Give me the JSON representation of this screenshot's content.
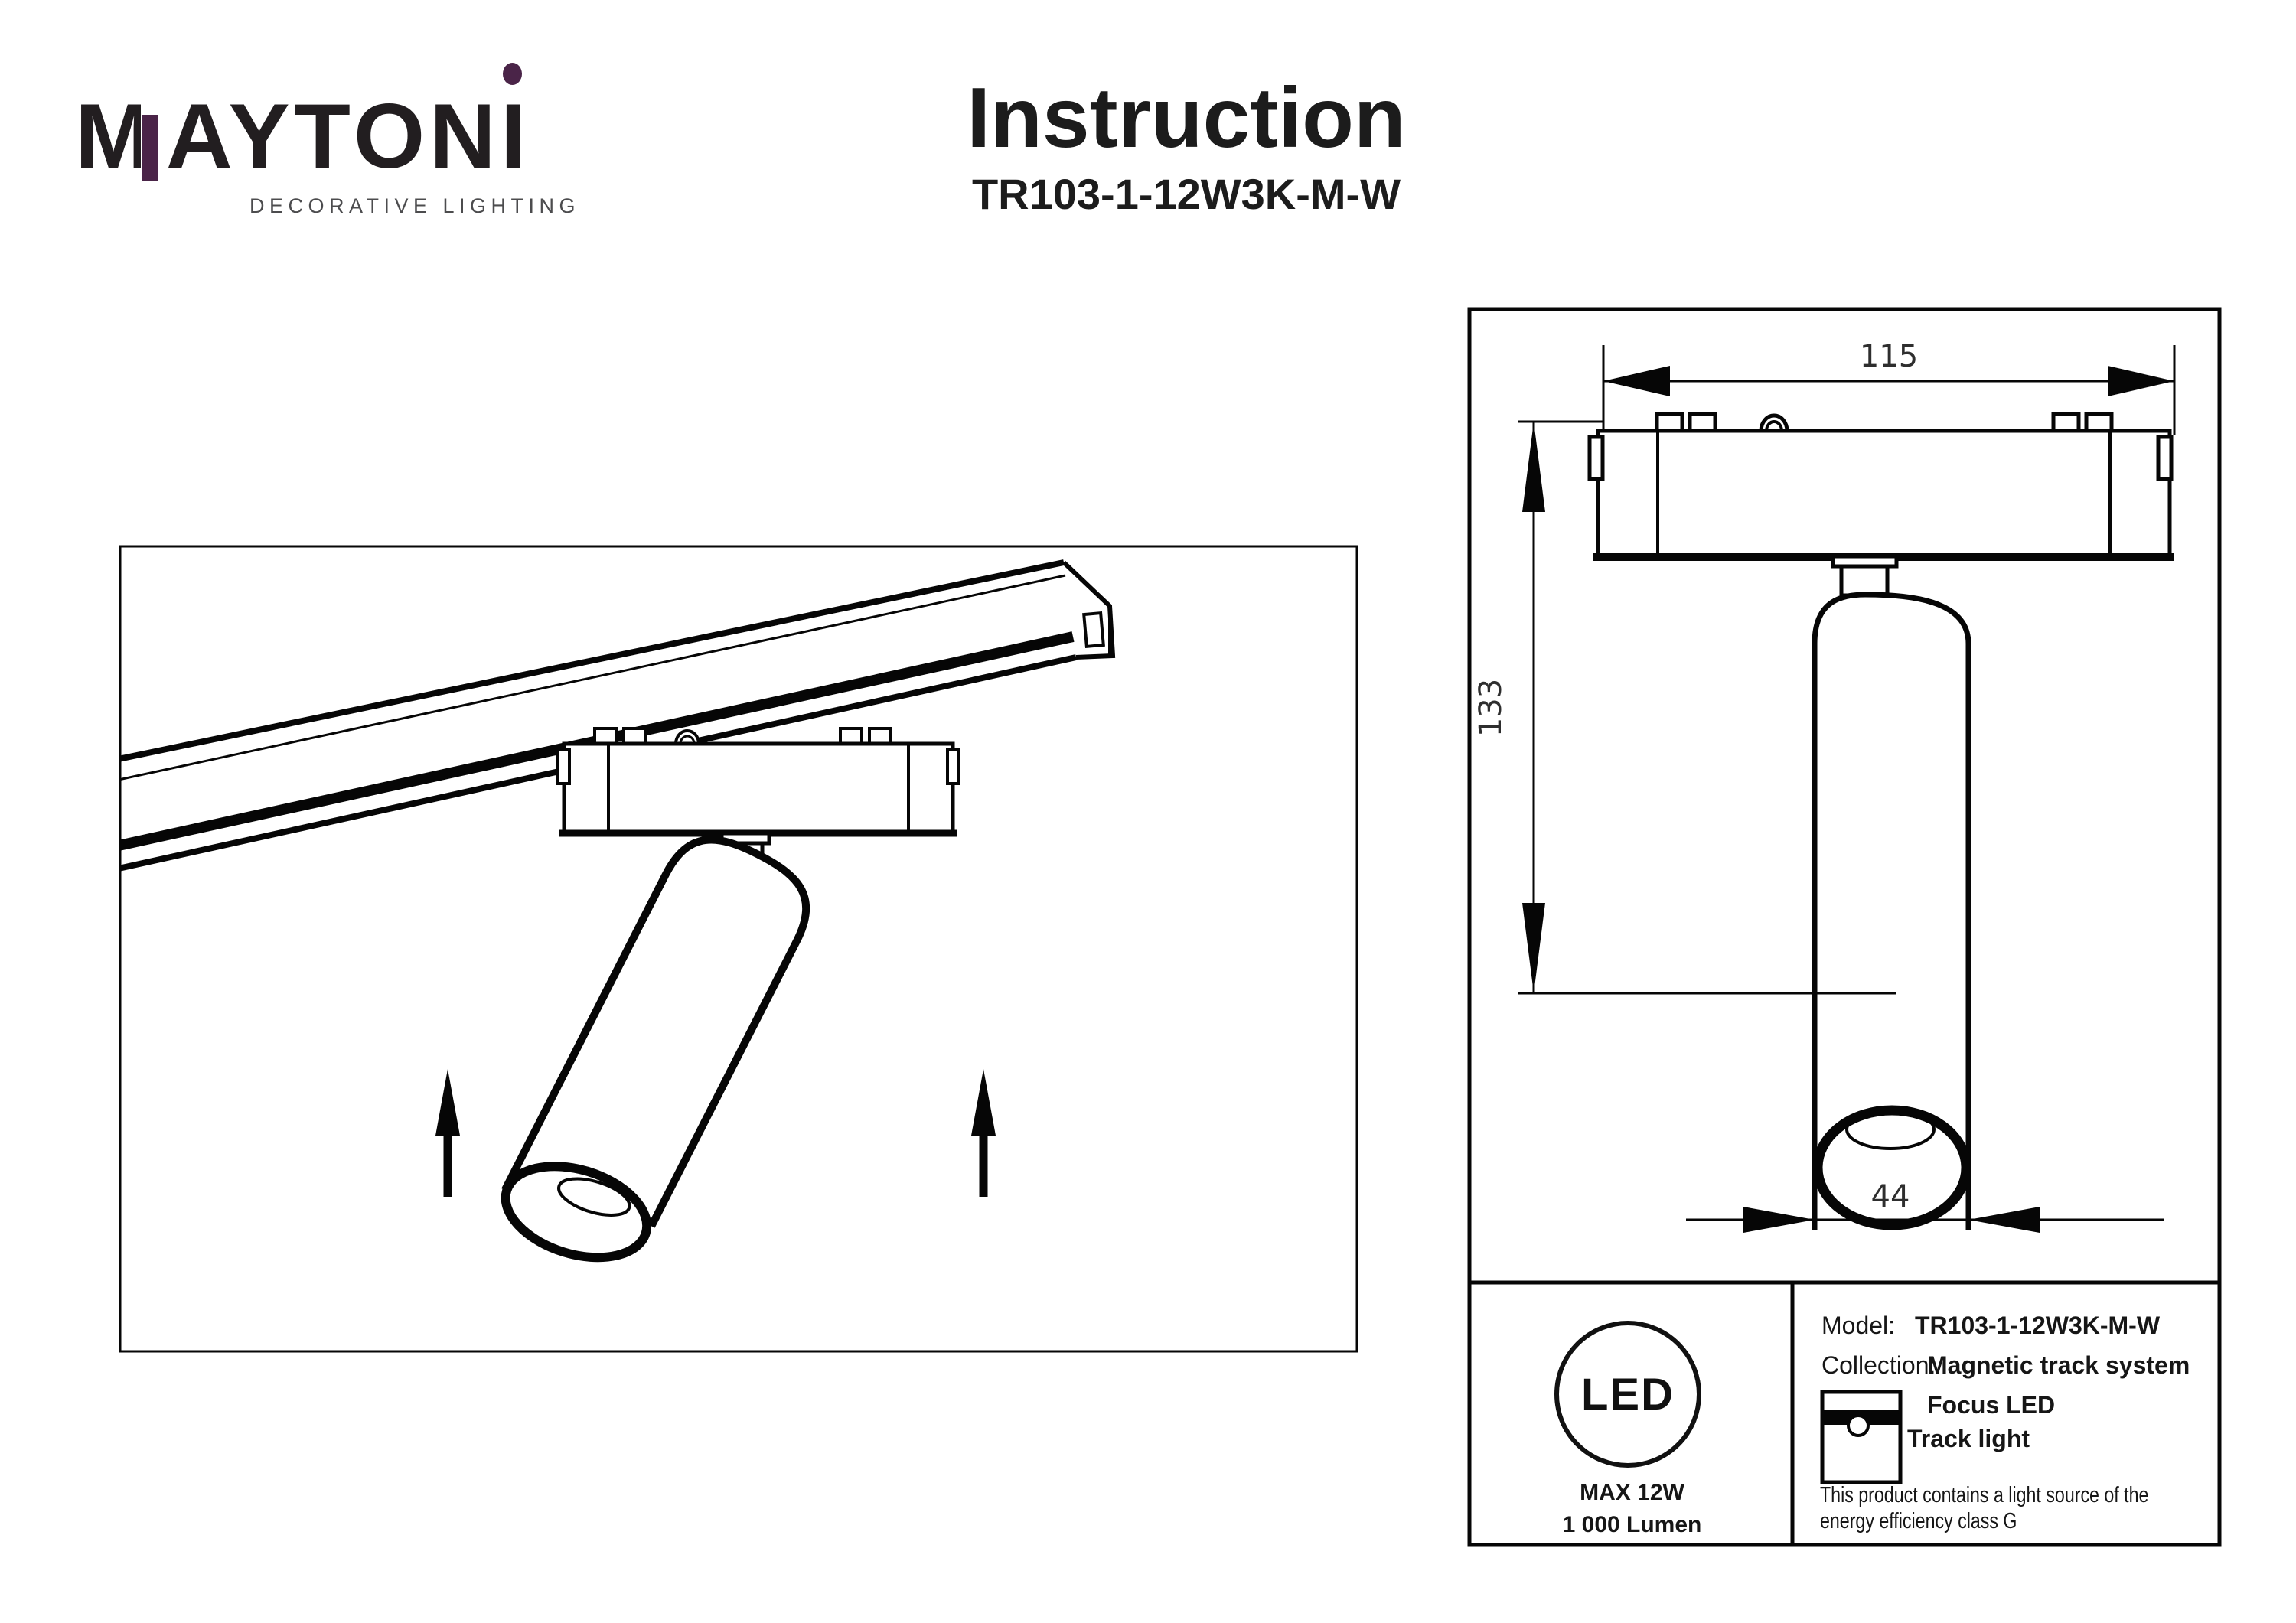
{
  "brand": {
    "word_m": "M",
    "word_rest": "AYTON",
    "word_i": "I",
    "tagline": "DECORATIVE LIGHTING",
    "purple": "#4a2448"
  },
  "header": {
    "title": "Instruction",
    "model": "TR103-1-12W3K-M-W"
  },
  "dimensions": {
    "width": "115",
    "height": "133",
    "diameter": "44"
  },
  "led_badge": {
    "text": "LED",
    "max_power": "MAX 12W",
    "luminous_flux": "1 000 Lumen"
  },
  "spec": {
    "model_label": "Model:",
    "model_value": "TR103-1-12W3K-M-W",
    "collection_label": "Collection:",
    "collection_value": "Magnetic track system",
    "product_name_line1": "Focus LED",
    "product_name_line2": "Track light",
    "energy_note_line1": "This product contains a light source of the",
    "energy_note_line2": "energy efficiency class G"
  }
}
